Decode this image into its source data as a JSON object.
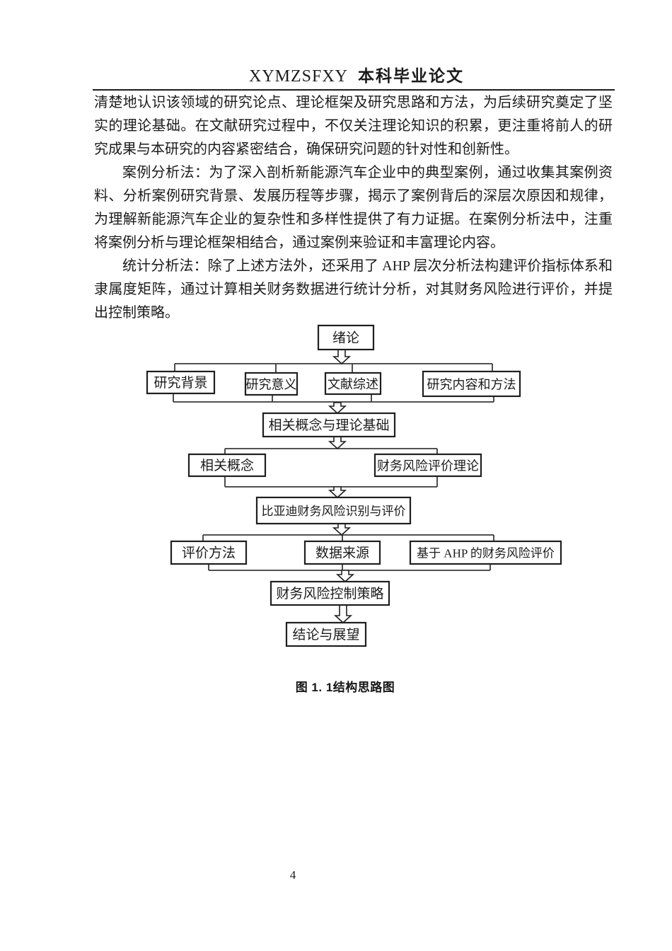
{
  "header": {
    "title_latin": "XYMZSFXY",
    "title_cjk": "本科毕业论文"
  },
  "body": {
    "paragraphs": [
      {
        "indent": false,
        "text": "清楚地认识该领域的研究论点、理论框架及研究思路和方法，为后续研究奠定了坚实的理论基础。在文献研究过程中，不仅关注理论知识的积累，更注重将前人的研究成果与本研究的内容紧密结合，确保研究问题的针对性和创新性。"
      },
      {
        "indent": true,
        "text": "案例分析法：为了深入剖析新能源汽车企业中的典型案例，通过收集其案例资料、分析案例研究背景、发展历程等步骤，揭示了案例背后的深层次原因和规律，为理解新能源汽车企业的复杂性和多样性提供了有力证据。在案例分析法中，注重将案例分析与理论框架相结合，通过案例来验证和丰富理论内容。"
      },
      {
        "indent": true,
        "text": "统计分析法：除了上述方法外，还采用了 AHP 层次分析法构建评价指标体系和隶属度矩阵，通过计算相关财务数据进行统计分析，对其财务风险进行评价，并提出控制策略。"
      }
    ]
  },
  "flowchart": {
    "boxes": [
      {
        "id": "introduction",
        "label": "绪论"
      },
      {
        "id": "research-background",
        "label": "研究背景"
      },
      {
        "id": "research-significance",
        "label": "研究意义"
      },
      {
        "id": "literature-review",
        "label": "文献综述"
      },
      {
        "id": "research-content-methods",
        "label": "研究内容和方法"
      },
      {
        "id": "concepts-and-theory",
        "label": "相关概念与理论基础"
      },
      {
        "id": "related-concepts",
        "label": "相关概念"
      },
      {
        "id": "financial-risk-evaluation-theory",
        "label": "财务风险评价理论"
      },
      {
        "id": "byd-risk-identification-evaluation",
        "label": "比亚迪财务风险识别与评价"
      },
      {
        "id": "evaluation-method",
        "label": "评价方法"
      },
      {
        "id": "data-source",
        "label": "数据来源"
      },
      {
        "id": "ahp-financial-risk-evaluation",
        "label": "基于 AHP 的财务风险评价"
      },
      {
        "id": "financial-risk-control-strategy",
        "label": "财务风险控制策略"
      },
      {
        "id": "conclusion-and-outlook",
        "label": "结论与展望"
      }
    ]
  },
  "figure": {
    "caption": "图 1. 1结构思路图"
  },
  "footer": {
    "page_number": "4"
  },
  "colors": {
    "ink": "#1b1b1b",
    "line": "#3a3a3a",
    "background": "#ffffff"
  }
}
